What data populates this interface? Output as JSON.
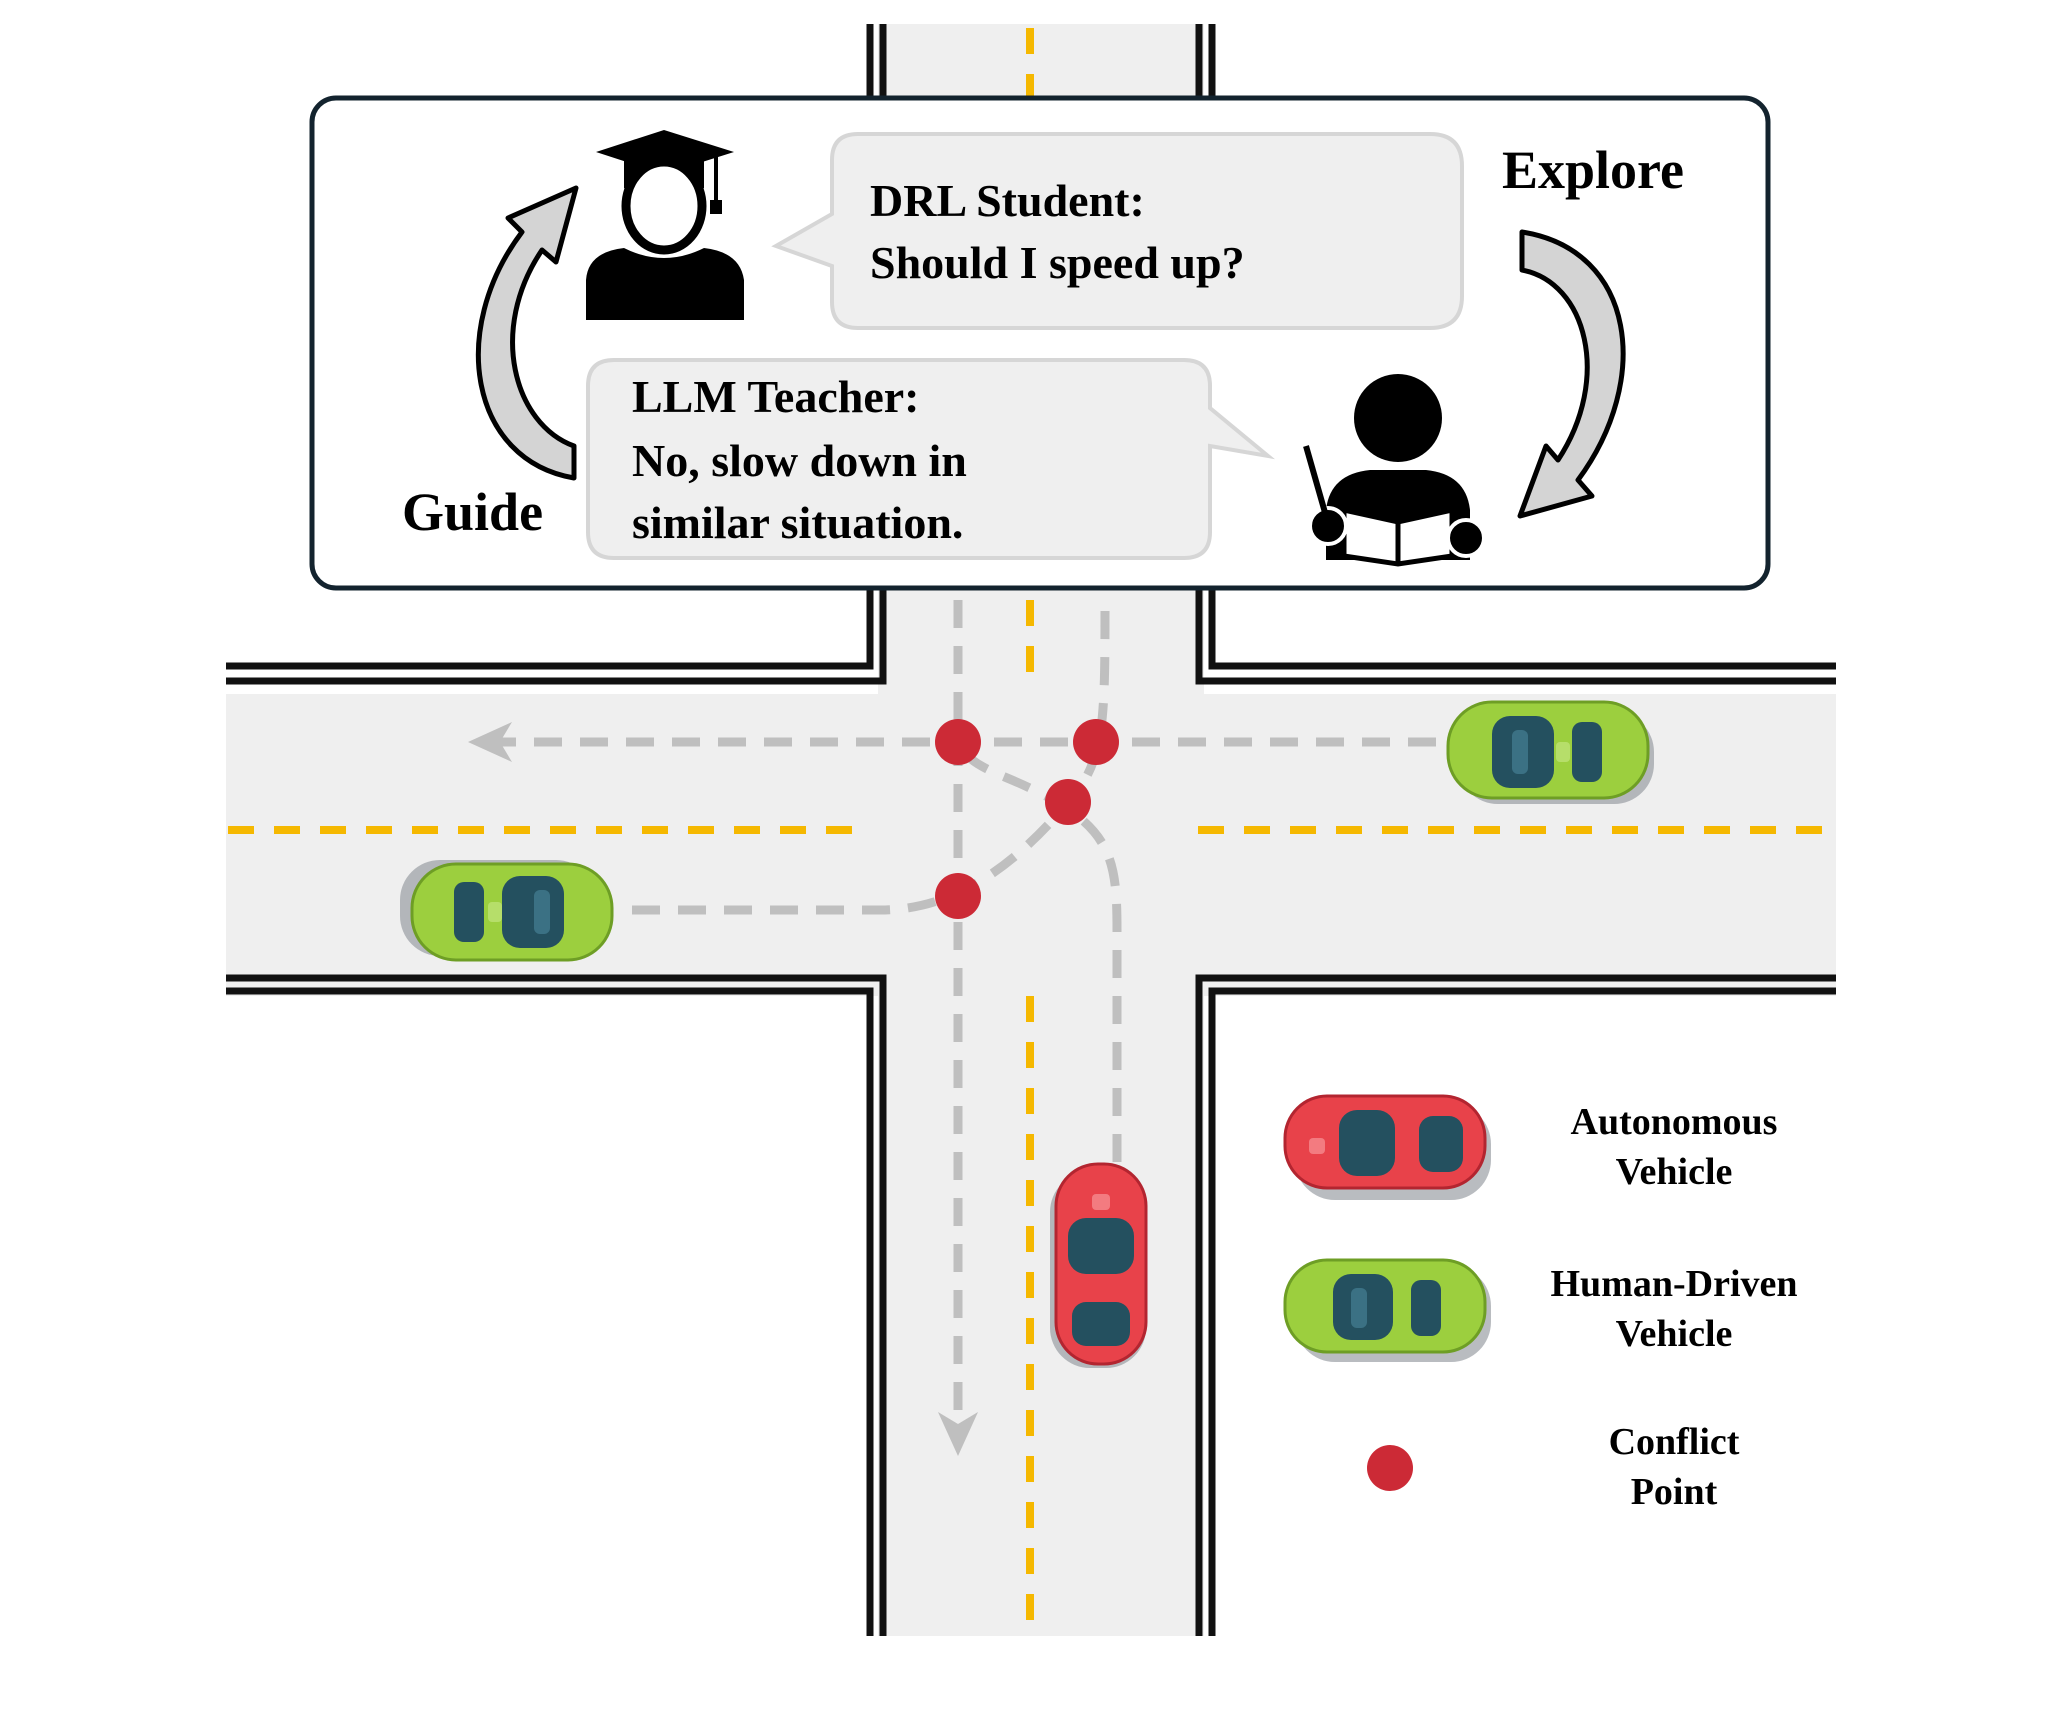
{
  "panel": {
    "explore_label": "Explore",
    "guide_label": "Guide",
    "student": {
      "title": "DRL Student:",
      "question": "Should I speed up?"
    },
    "teacher": {
      "title": "LLM Teacher:",
      "line1": "No, slow down in",
      "line2": "similar situation."
    }
  },
  "legend": {
    "autonomous": {
      "line1": "Autonomous",
      "line2": "Vehicle"
    },
    "human": {
      "line1": "Human-Driven",
      "line2": "Vehicle"
    },
    "conflict": {
      "line1": "Conflict",
      "line2": "Point"
    }
  },
  "colors": {
    "road": "#efefef",
    "lane_marking": "#f5b800",
    "path": "#bfbfbf",
    "conflict_point": "#cc2a36",
    "autonomous_car": "#e8424a",
    "human_car": "#9ccf3e",
    "window": "#24505f"
  },
  "icons": [
    "graduation-cap-student-icon",
    "teacher-reading-icon",
    "curved-arrow-explore-icon",
    "curved-arrow-guide-icon"
  ]
}
